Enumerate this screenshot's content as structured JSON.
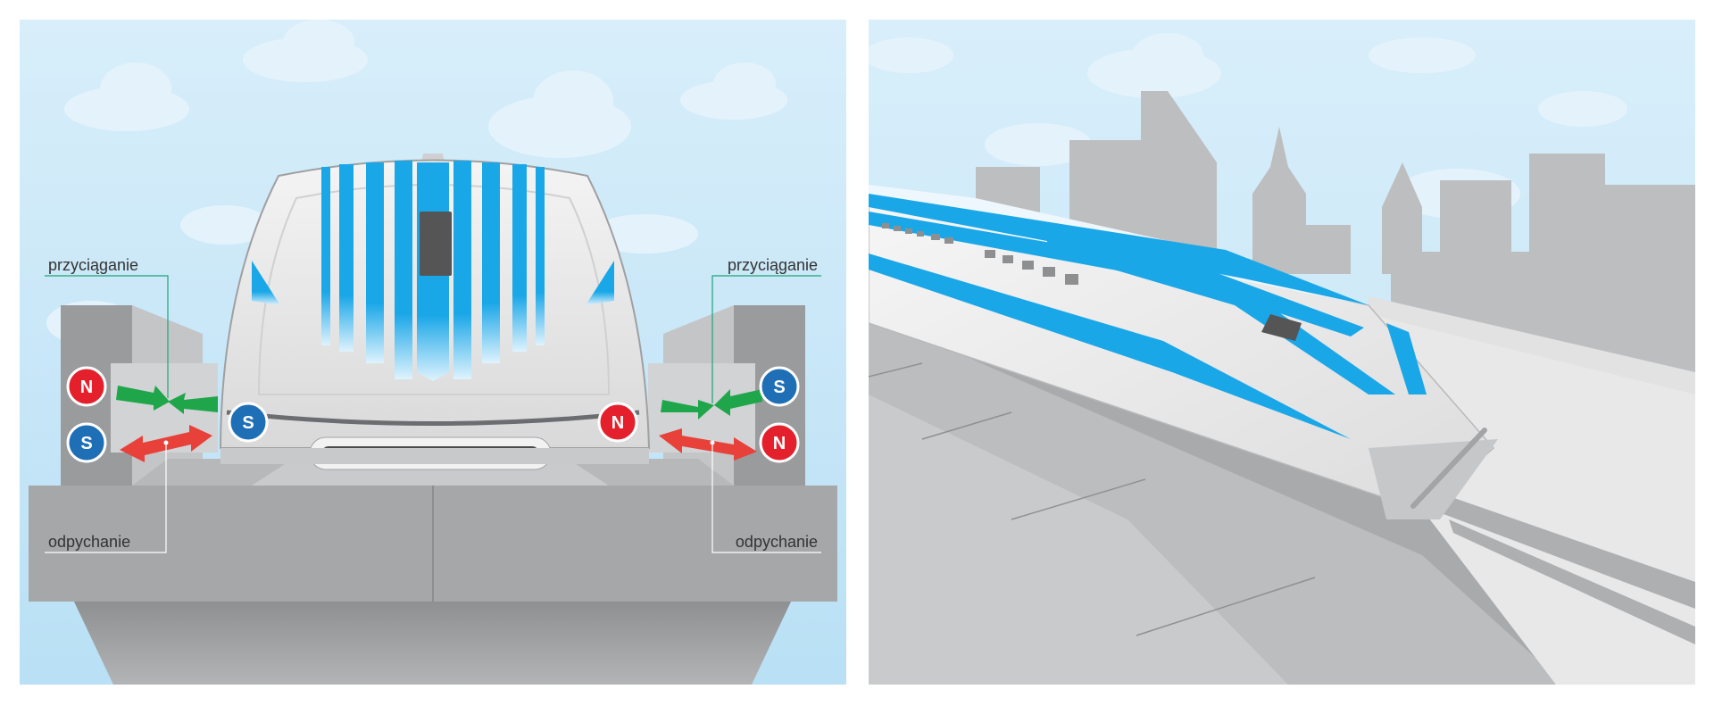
{
  "labels": {
    "attraction_left": "przyciąganie",
    "attraction_right": "przyciąganie",
    "repulsion_left": "odpychanie",
    "repulsion_right": "odpychanie"
  },
  "poles": {
    "north": "N",
    "south": "S"
  },
  "colors": {
    "sky": "#cfeaf8",
    "north_pole": "#e3202c",
    "south_pole": "#1f6fb7",
    "attraction_arrow": "#1fa54a",
    "repulsion_arrow": "#e8413a",
    "train_stripe": "#1aa7e8",
    "guideway": "#a6a7a9"
  }
}
